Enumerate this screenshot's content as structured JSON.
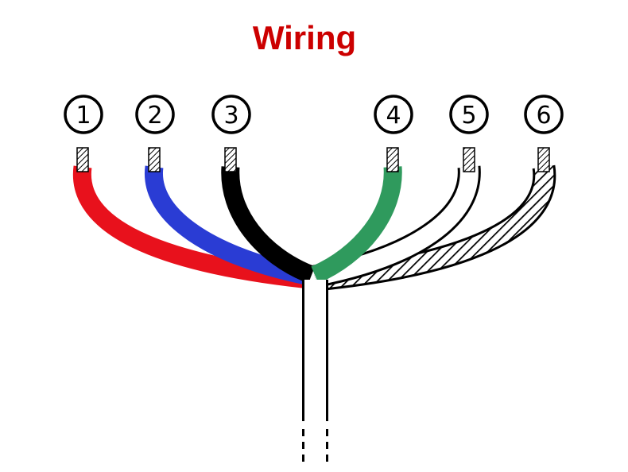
{
  "title": "Wiring",
  "title_color": "#cc0000",
  "wires": [
    {
      "label": "1",
      "color_name": "red",
      "hex": "#e8111c"
    },
    {
      "label": "2",
      "color_name": "blue",
      "hex": "#2a3cd4"
    },
    {
      "label": "3",
      "color_name": "black",
      "hex": "#000000"
    },
    {
      "label": "4",
      "color_name": "green",
      "hex": "#2f9a5d"
    },
    {
      "label": "5",
      "color_name": "white",
      "hex": "#ffffff"
    },
    {
      "label": "6",
      "color_name": "striped",
      "hex": "#000000",
      "style": "diagonal-black-white-stripes"
    }
  ],
  "cable": {
    "description": "common cable",
    "continues": "dashed-below"
  }
}
